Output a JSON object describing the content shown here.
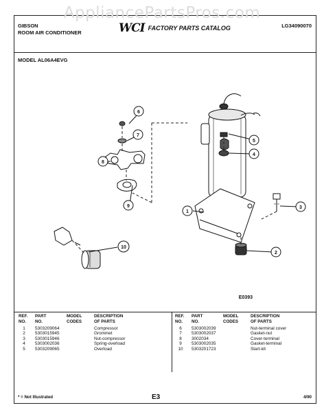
{
  "watermark": "AppliancePartsPros.com",
  "header": {
    "brand": "GIBSON",
    "product": "ROOM AIR CONDITIONER",
    "logo_text": "WCI",
    "catalog_title": "FACTORY PARTS CATALOG",
    "catalog_number": "LG34090070"
  },
  "model_line": "MODEL AL06A4EVG",
  "figure_code": "E0393",
  "callouts": [
    "1",
    "2",
    "3",
    "4",
    "5",
    "6",
    "7",
    "8",
    "9",
    "10"
  ],
  "table": {
    "headers": {
      "ref": [
        "REF.",
        "NO."
      ],
      "part": [
        "PART",
        "NO."
      ],
      "model": [
        "MODEL",
        "CODES"
      ],
      "desc": [
        "DESCRIPTION",
        "OF PARTS"
      ]
    },
    "left_rows": [
      {
        "ref": "1",
        "part": "5303209064",
        "model": "",
        "desc": "Compressor"
      },
      {
        "ref": "2",
        "part": "5303015945",
        "model": "",
        "desc": "Grommet"
      },
      {
        "ref": "3",
        "part": "5303015946",
        "model": "",
        "desc": "Nut-compressor"
      },
      {
        "ref": "4",
        "part": "5303002036",
        "model": "",
        "desc": "Spring-overload"
      },
      {
        "ref": "5",
        "part": "5303209065",
        "model": "",
        "desc": "Overload"
      }
    ],
    "right_rows": [
      {
        "ref": "6",
        "part": "5303002039",
        "model": "",
        "desc": "Nut-terminal cover"
      },
      {
        "ref": "7",
        "part": "5303002037",
        "model": "",
        "desc": "Gasket-nut"
      },
      {
        "ref": "8",
        "part": "3002034",
        "model": "",
        "desc": "Cover-terminal"
      },
      {
        "ref": "9",
        "part": "5303002035",
        "model": "",
        "desc": "Gasket-terminal"
      },
      {
        "ref": "10",
        "part": "5303201723",
        "model": "",
        "desc": "Start-kit"
      }
    ]
  },
  "footer": {
    "note": "* = Not Illustrated",
    "page": "E3",
    "date": "4/90"
  }
}
